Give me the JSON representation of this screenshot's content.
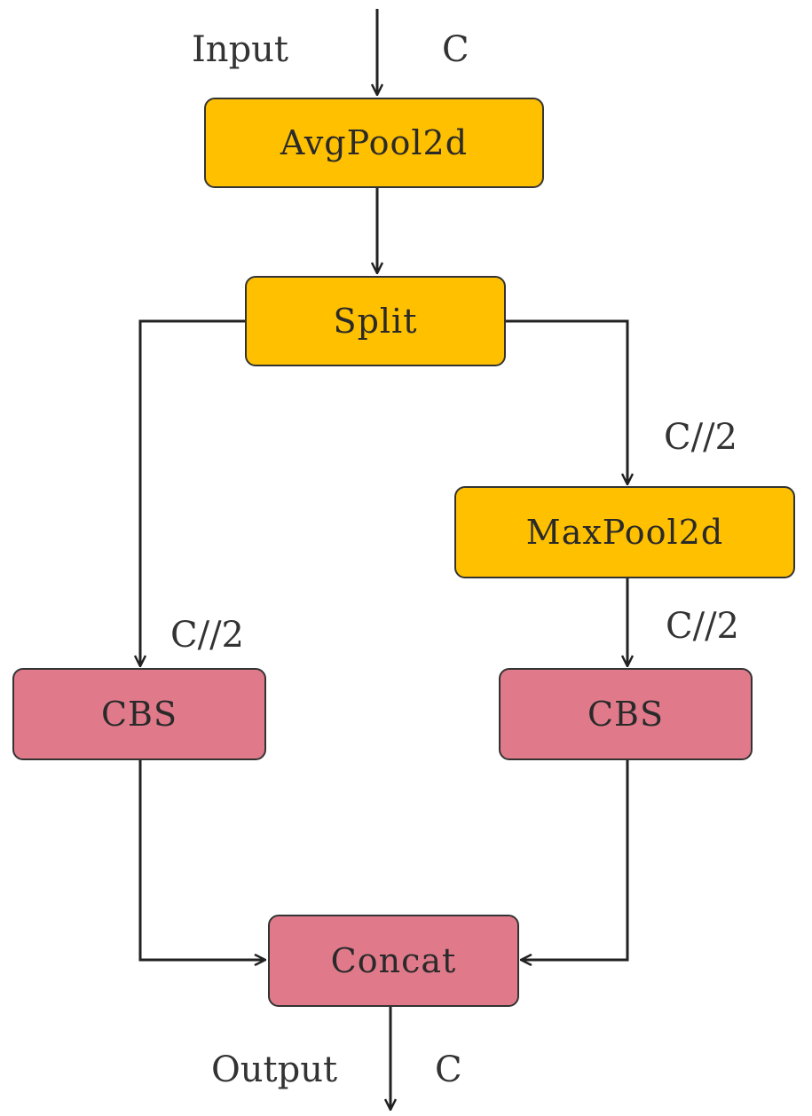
{
  "colors": {
    "module": "#ffc000",
    "conv_block": "#e07a8a",
    "line": "#222222"
  },
  "labels": {
    "input": "Input",
    "input_channels": "C",
    "split_to_maxpool_channels": "C//2",
    "split_to_cbs_left_channels": "C//2",
    "maxpool_to_cbs_right_channels": "C//2",
    "output": "Output",
    "output_channels": "C"
  },
  "nodes": {
    "avgpool": "AvgPool2d",
    "split": "Split",
    "maxpool": "MaxPool2d",
    "cbs_left": "CBS",
    "cbs_right": "CBS",
    "concat": "Concat"
  }
}
